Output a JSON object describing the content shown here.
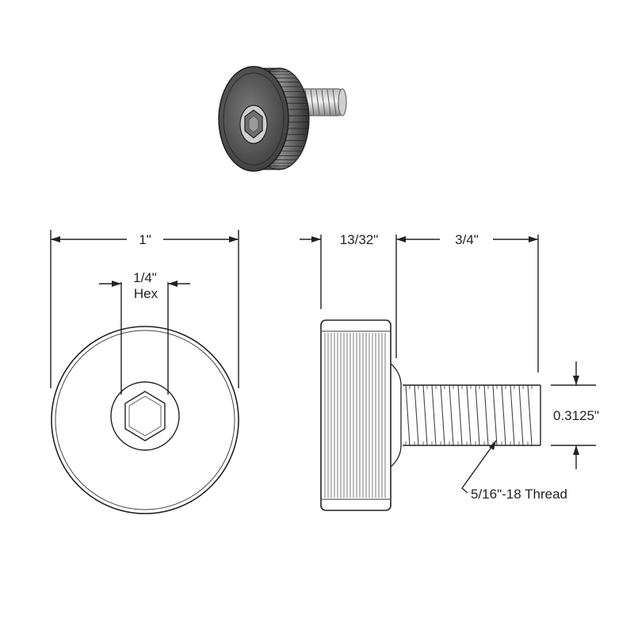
{
  "dimensions": {
    "overall_diameter": "1\"",
    "hex_size": "1/4\"",
    "hex_label": "Hex",
    "head_width": "13/32\"",
    "shank_length": "3/4\"",
    "thread_diameter": "0.3125\"",
    "thread_spec": "5/16\"-18 Thread"
  },
  "colors": {
    "line": "#222222",
    "metal_light": "#e6e6e6",
    "metal_mid": "#a9a9a9",
    "metal_dark": "#555555"
  },
  "icons": {
    "isometric_view": "knurled-thumb-screw-icon"
  }
}
